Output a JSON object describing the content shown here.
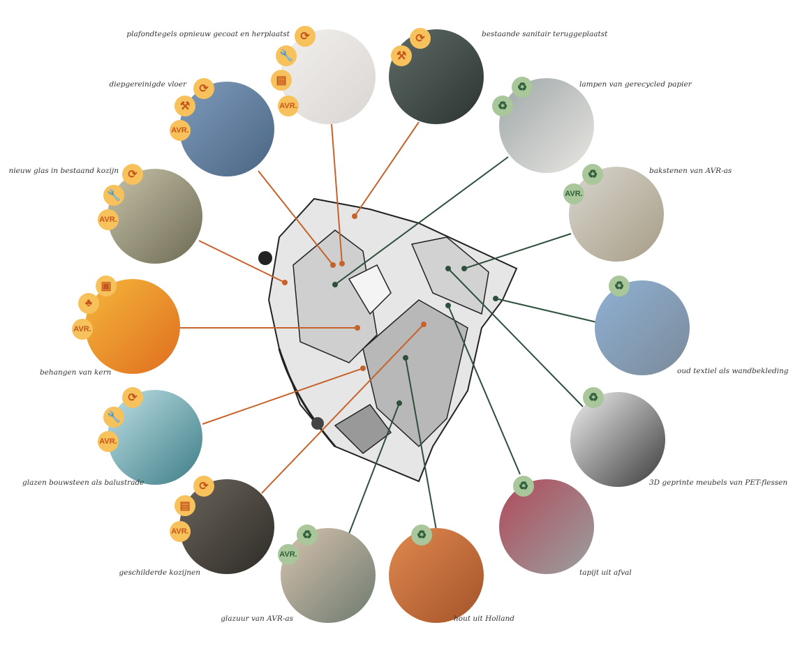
{
  "colors": {
    "reuse_line": "#c6622a",
    "recycle_line": "#2d4f3b",
    "reuse_icon_bg": "#f7c15c",
    "recycle_icon_bg": "#a9c79a"
  },
  "items": [
    {
      "label": "plafondtegels opnieuw gecoat en herplaatst",
      "type": "reuse",
      "icons": [
        "reuse-arrows-icon",
        "wrench-icon",
        "paint-roller-icon",
        "AVR."
      ],
      "photo": [
        "#f2f0ee",
        "#d9d5d2"
      ]
    },
    {
      "label": "bestaande sanitair teruggeplaatst",
      "type": "reuse",
      "icons": [
        "reuse-arrows-icon",
        "broom-icon"
      ],
      "photo": [
        "#5f6b66",
        "#2c3431"
      ]
    },
    {
      "label": "diepgereinigde vloer",
      "type": "reuse",
      "icons": [
        "reuse-arrows-icon",
        "broom-icon",
        "AVR."
      ],
      "photo": [
        "#7f9bbb",
        "#4a6584"
      ]
    },
    {
      "label": "lampen van gerecycled papier",
      "type": "recycle",
      "icons": [
        "recycle-icon",
        "recycle-icon"
      ],
      "photo": [
        "#9fa7a8",
        "#e8e6e2"
      ]
    },
    {
      "label": "nieuw glas in bestaand kozijn",
      "type": "reuse",
      "icons": [
        "reuse-arrows-icon",
        "wrench-icon",
        "AVR."
      ],
      "photo": [
        "#c7c2a8",
        "#6d6a55"
      ]
    },
    {
      "label": "bakstenen van AVR-as",
      "type": "recycle",
      "icons": [
        "recycle-icon",
        "AVR."
      ],
      "photo": [
        "#d9d6cf",
        "#a69d86"
      ]
    },
    {
      "label": "behangen van kern",
      "type": "reuse",
      "icons": [
        "wallpaper-icon",
        "fsc-tree-icon",
        "AVR."
      ],
      "photo": [
        "#f5b73a",
        "#df6d1f"
      ]
    },
    {
      "label": "oud textiel als wandbekleding",
      "type": "recycle",
      "icons": [
        "recycle-icon"
      ],
      "photo": [
        "#8fb1d4",
        "#7b8a99"
      ]
    },
    {
      "label": "glazen bouwsteen als balustrade",
      "type": "reuse",
      "icons": [
        "reuse-arrows-icon",
        "wrench-icon",
        "AVR."
      ],
      "photo": [
        "#bfe0e6",
        "#3d7d86"
      ]
    },
    {
      "label": "3D geprinte meubels van PET-flessen",
      "type": "recycle",
      "icons": [
        "recycle-icon"
      ],
      "photo": [
        "#f0f0f0",
        "#3a3a3a"
      ]
    },
    {
      "label": "geschilderde kozijnen",
      "type": "reuse",
      "icons": [
        "reuse-arrows-icon",
        "paint-roller-icon",
        "AVR."
      ],
      "photo": [
        "#6b655b",
        "#2e2b27"
      ]
    },
    {
      "label": "tapijt uit afval",
      "type": "recycle",
      "icons": [
        "recycle-icon"
      ],
      "photo": [
        "#b04a5a",
        "#9aa0a0"
      ]
    },
    {
      "label": "glazuur van AVR-as",
      "type": "recycle",
      "icons": [
        "recycle-icon",
        "AVR."
      ],
      "photo": [
        "#d7c3ae",
        "#6d7a70"
      ]
    },
    {
      "label": "hout uit Holland",
      "type": "recycle",
      "icons": [
        "recycle-icon"
      ],
      "photo": [
        "#e0894f",
        "#a4532a"
      ]
    }
  ]
}
